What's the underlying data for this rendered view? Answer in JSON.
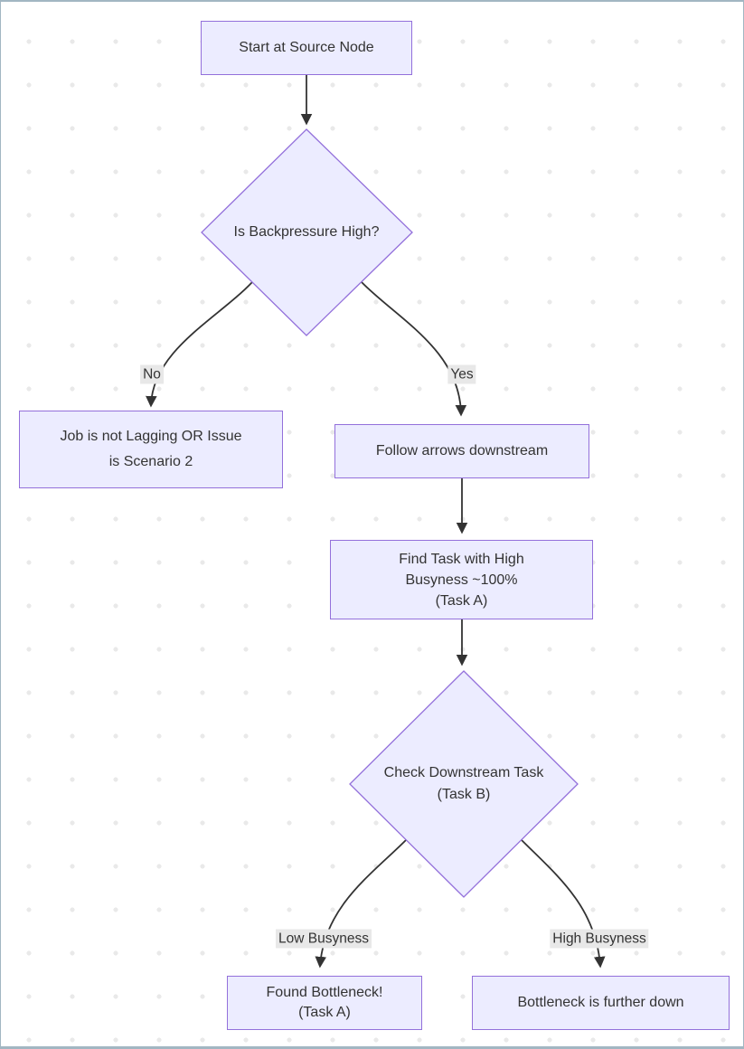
{
  "diagram": {
    "type": "flowchart",
    "colors": {
      "node_fill": "#ECECFF",
      "node_border": "#9370DB",
      "edge_stroke": "#333333",
      "text": "#333333",
      "edge_label_bg": "#e8e8e8",
      "background_dots": "#e9e9e9",
      "outer_border": "#a2b6c2"
    },
    "nodes": {
      "start": {
        "label": "Start at Source Node",
        "shape": "rect"
      },
      "decision1": {
        "label": "Is Backpressure High?",
        "shape": "diamond"
      },
      "noresult": {
        "label": "Job is not Lagging OR Issue\nis Scenario 2",
        "shape": "rect"
      },
      "follow": {
        "label": "Follow arrows downstream",
        "shape": "rect"
      },
      "find": {
        "label": "Find Task with High\nBusyness ~100%\n(Task A)",
        "shape": "rect"
      },
      "decision2": {
        "label": "Check Downstream Task\n(Task B)",
        "shape": "diamond"
      },
      "found": {
        "label": "Found Bottleneck!\n(Task A)",
        "shape": "rect"
      },
      "further": {
        "label": "Bottleneck is further down",
        "shape": "rect"
      }
    },
    "edges": [
      {
        "from": "start",
        "to": "decision1",
        "label": ""
      },
      {
        "from": "decision1",
        "to": "noresult",
        "label": "No"
      },
      {
        "from": "decision1",
        "to": "follow",
        "label": "Yes"
      },
      {
        "from": "follow",
        "to": "find",
        "label": ""
      },
      {
        "from": "find",
        "to": "decision2",
        "label": ""
      },
      {
        "from": "decision2",
        "to": "found",
        "label": "Low Busyness"
      },
      {
        "from": "decision2",
        "to": "further",
        "label": "High Busyness"
      }
    ],
    "edge_labels": {
      "no": "No",
      "yes": "Yes",
      "low": "Low Busyness",
      "high": "High Busyness"
    }
  }
}
